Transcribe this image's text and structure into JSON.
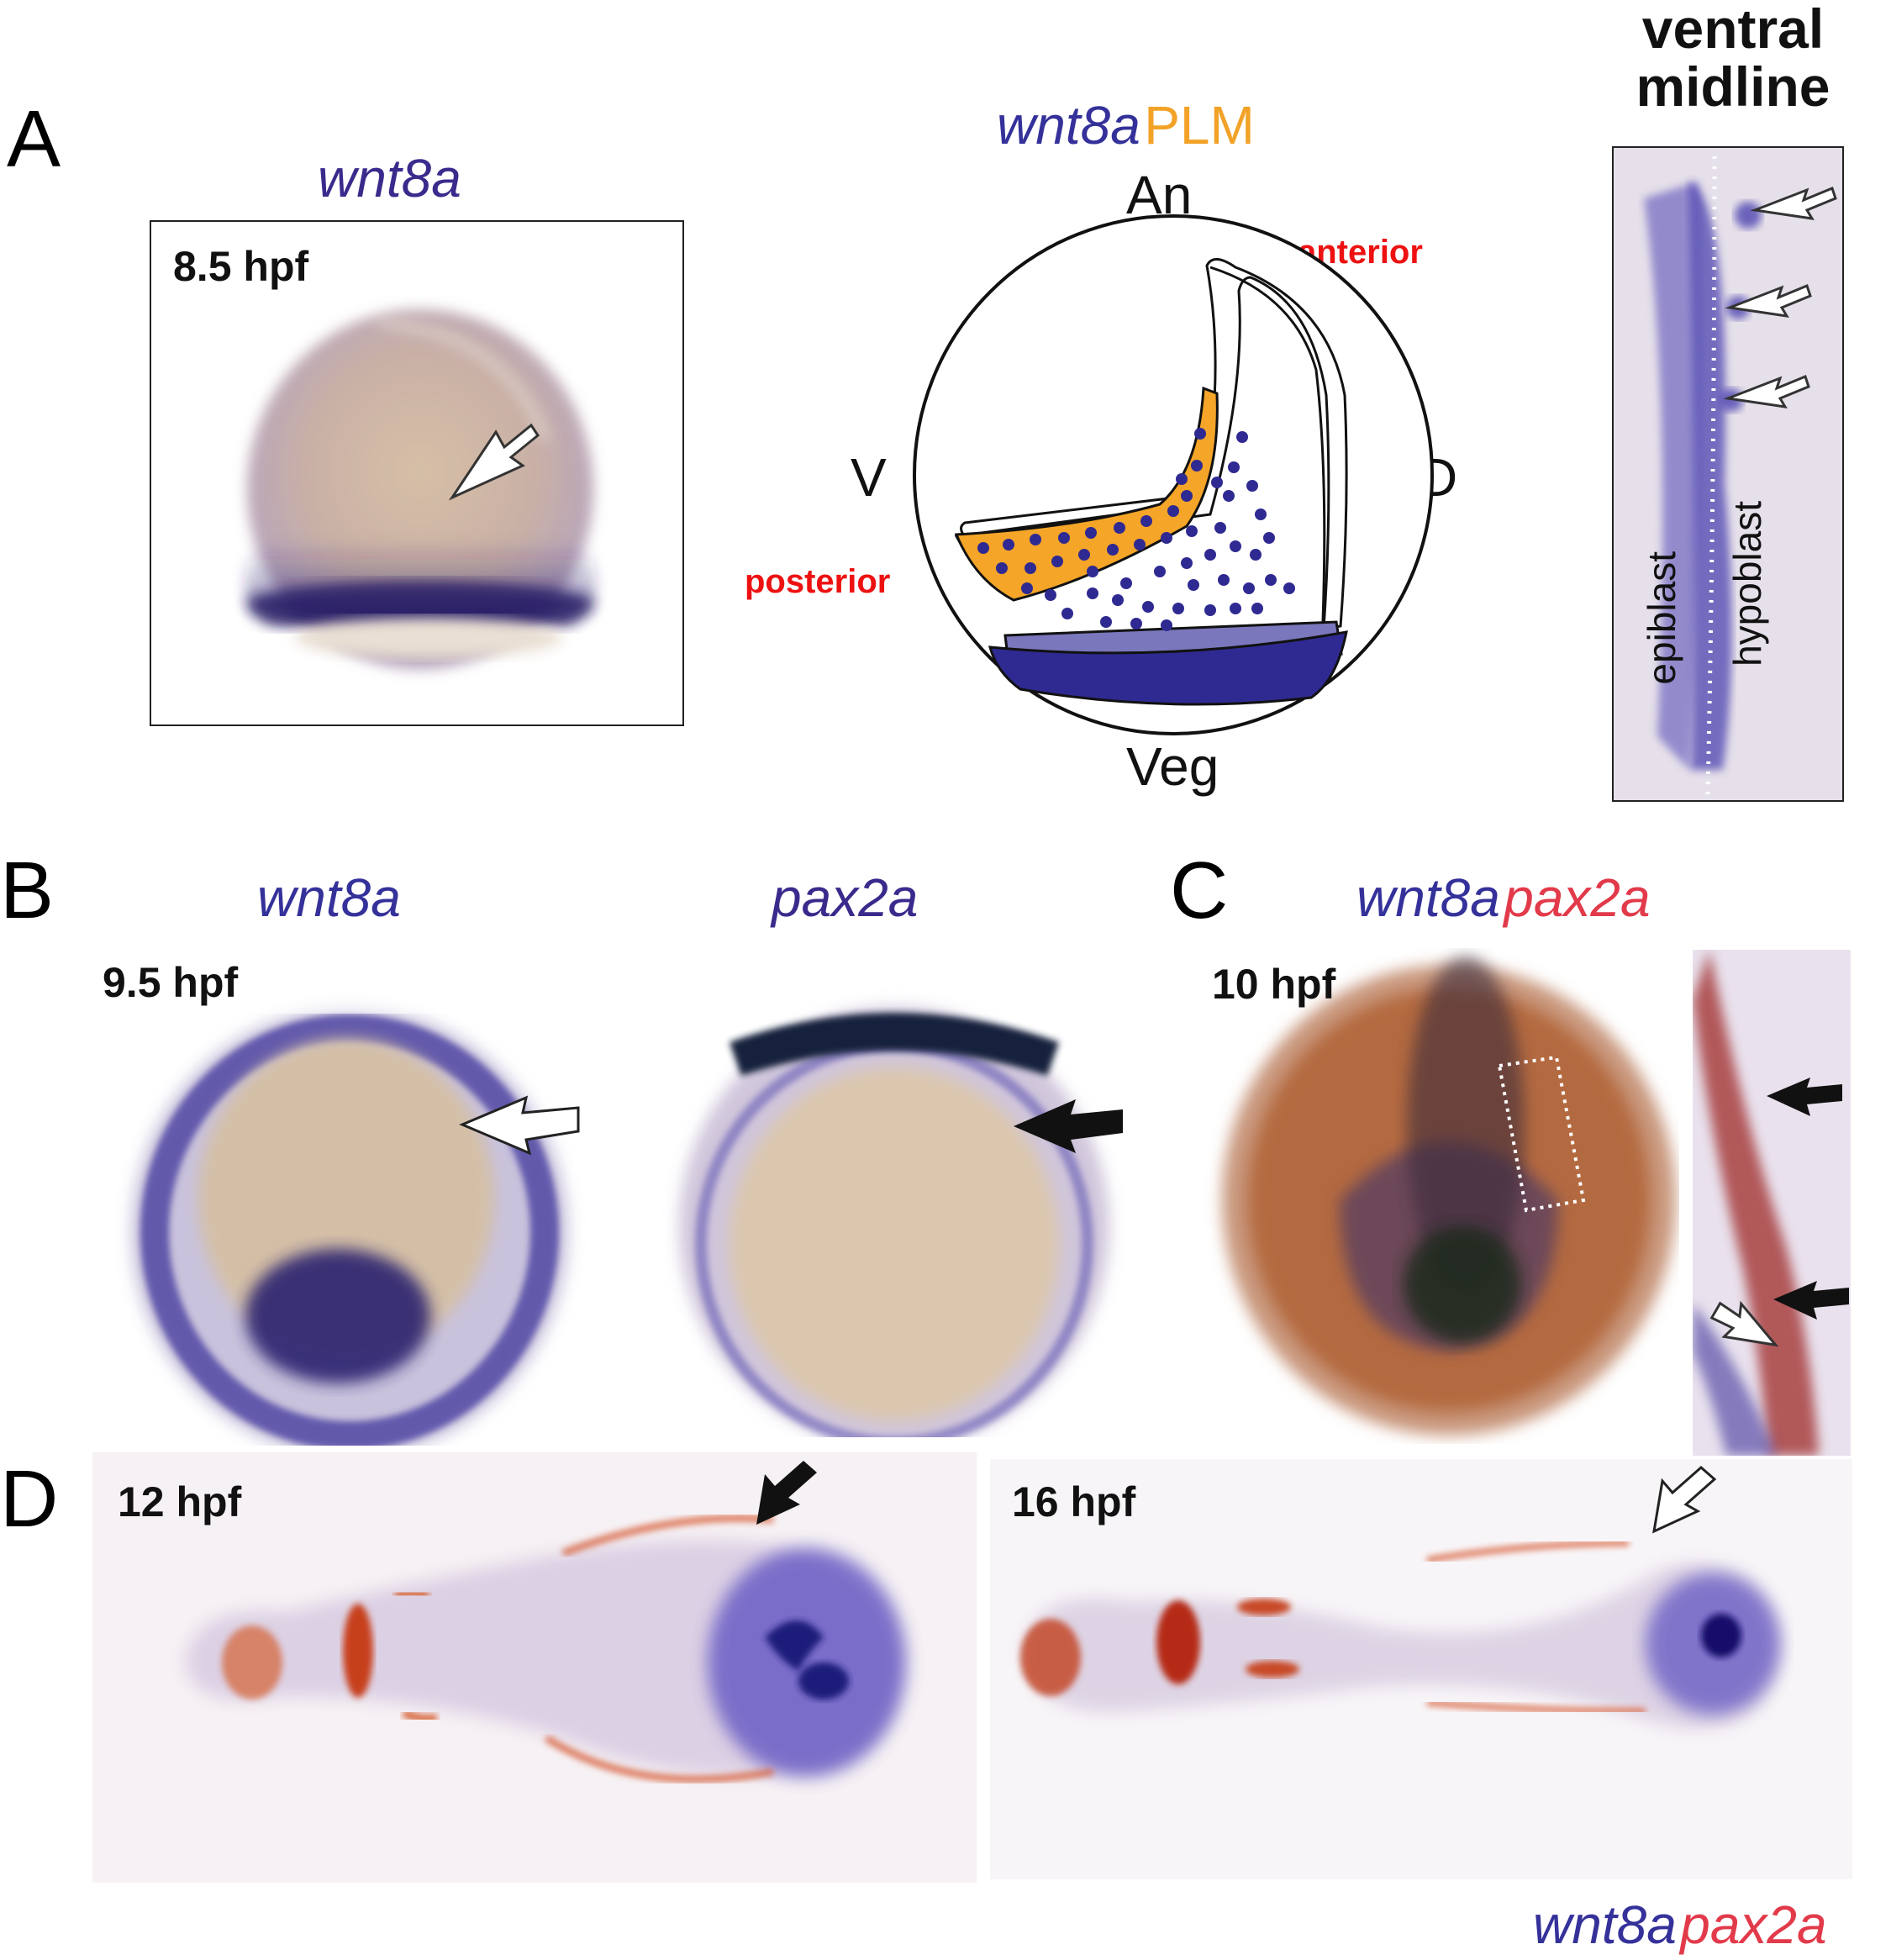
{
  "panels": {
    "A": {
      "letter": "A",
      "photo_title": "wnt8a",
      "photo_stage": "8.5 hpf",
      "diagram_title_gene": "wnt8a",
      "diagram_title_region": "PLM",
      "pole_animal": "An",
      "pole_vegetal": "Veg",
      "side_ventral": "V",
      "side_dorsal": "D",
      "axis_anterior": "anterior",
      "axis_posterior": "posterior",
      "section_title": "ventral midline",
      "section_label_epiblast": "epiblast",
      "section_label_hypoblast": "hypoblast"
    },
    "B": {
      "letter": "B",
      "left_title": "wnt8a",
      "right_title": "pax2a",
      "stage": "9.5 hpf"
    },
    "C": {
      "letter": "C",
      "title_gene1": "wnt8a",
      "title_gene2": "pax2a",
      "stage": "10 hpf"
    },
    "D": {
      "letter": "D",
      "left_stage": "12 hpf",
      "right_stage": "16 hpf",
      "legend_gene1": "wnt8a",
      "legend_gene2": "pax2a"
    }
  },
  "colors": {
    "wnt8a_stain": "#35319a",
    "pax2a_stain": "#d8482e",
    "plm_orange": "#f2a227",
    "label_red": "#ee1111"
  }
}
